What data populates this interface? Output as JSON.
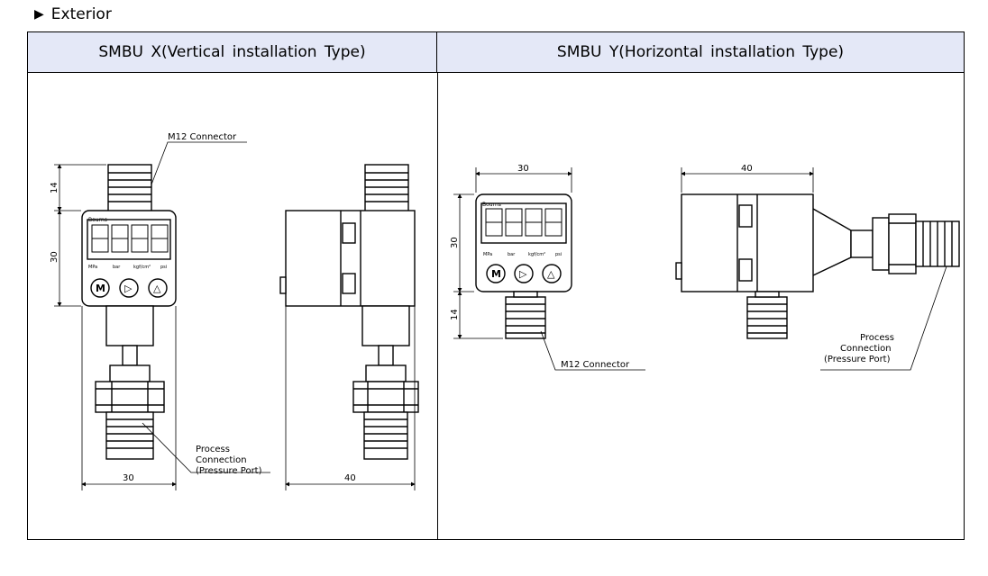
{
  "section": {
    "title": "Exterior"
  },
  "columns": [
    {
      "title": "SMBU X(Vertical installation Type)"
    },
    {
      "title": "SMBU Y(Horizontal installation Type)"
    }
  ],
  "display": {
    "logo": "Bourns",
    "digits": "8888",
    "units": [
      "MPa",
      "bar",
      "kgf/cm²",
      "psi"
    ],
    "buttons": [
      "M",
      "▷",
      "△"
    ]
  },
  "labels": {
    "connector": "M12 Connector",
    "process_line1": "Process",
    "process_line2": "Connection",
    "process_line3": "(Pressure Port)"
  },
  "dimensions": {
    "width_front": "30",
    "width_side": "40",
    "height_body": "30",
    "height_connector": "14"
  }
}
